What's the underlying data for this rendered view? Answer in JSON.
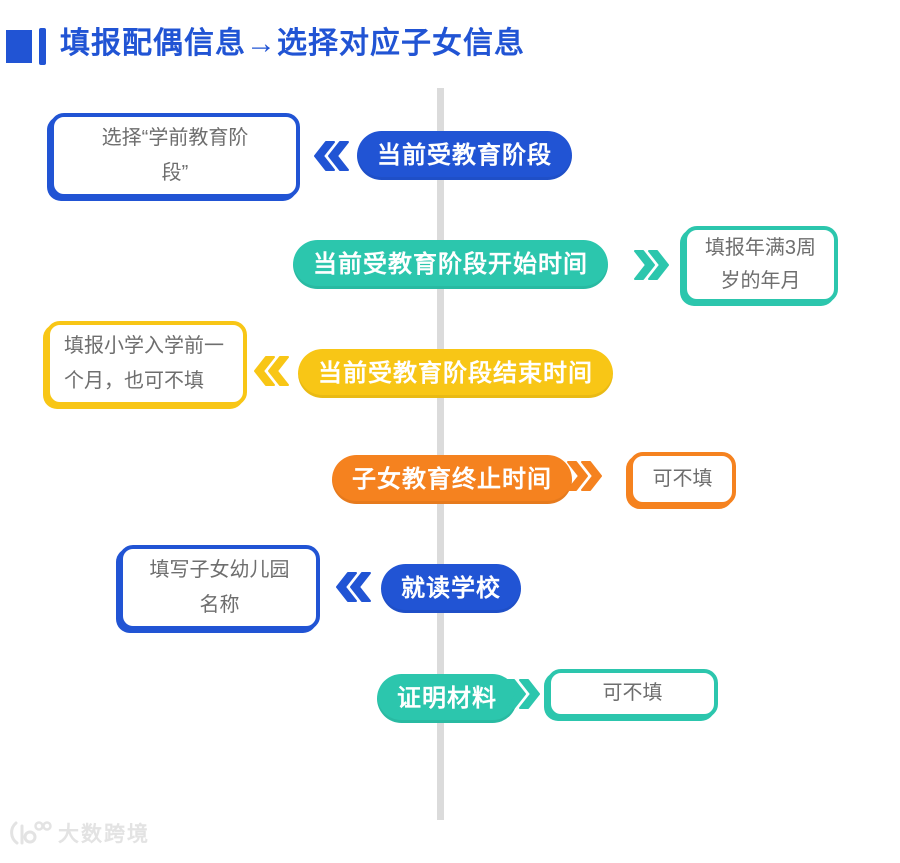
{
  "title": {
    "text": "填报配偶信息→选择对应子女信息"
  },
  "colors": {
    "blue": "#2154D4",
    "teal": "#2CC6AD",
    "yellow": "#F8C616",
    "orange": "#F5821F",
    "note_text": "#6E6E6E",
    "timeline_line": "#DBDBDB",
    "title_text": "#2154D4"
  },
  "timeline": {
    "orientation": "vertical"
  },
  "rows": [
    {
      "id": "education-stage",
      "color": "blue",
      "pill_label": "当前受教育阶段",
      "arrow_direction": "left",
      "note_side": "left",
      "note_text": "选择“学前教育阶\n段”"
    },
    {
      "id": "stage-start-time",
      "color": "teal",
      "pill_label": "当前受教育阶段开始时间",
      "arrow_direction": "right",
      "note_side": "right",
      "note_text": "填报年满3周\n岁的年月"
    },
    {
      "id": "stage-end-time",
      "color": "yellow",
      "pill_label": "当前受教育阶段结束时间",
      "arrow_direction": "left",
      "note_side": "left",
      "note_text": "填报小学入学前一\n个月，也可不填"
    },
    {
      "id": "education-termination-time",
      "color": "orange",
      "pill_label": "子女教育终止时间",
      "arrow_direction": "right",
      "note_side": "right",
      "note_text": "可不填"
    },
    {
      "id": "school",
      "color": "blue",
      "pill_label": "就读学校",
      "arrow_direction": "left",
      "note_side": "left",
      "note_text": "填写子女幼儿园\n名称"
    },
    {
      "id": "proof-materials",
      "color": "teal",
      "pill_label": "证明材料",
      "arrow_direction": "right",
      "note_side": "right",
      "note_text": "可不填"
    }
  ],
  "watermark": {
    "logo_icon": "k100-logo-icon",
    "text": "大数跨境"
  }
}
